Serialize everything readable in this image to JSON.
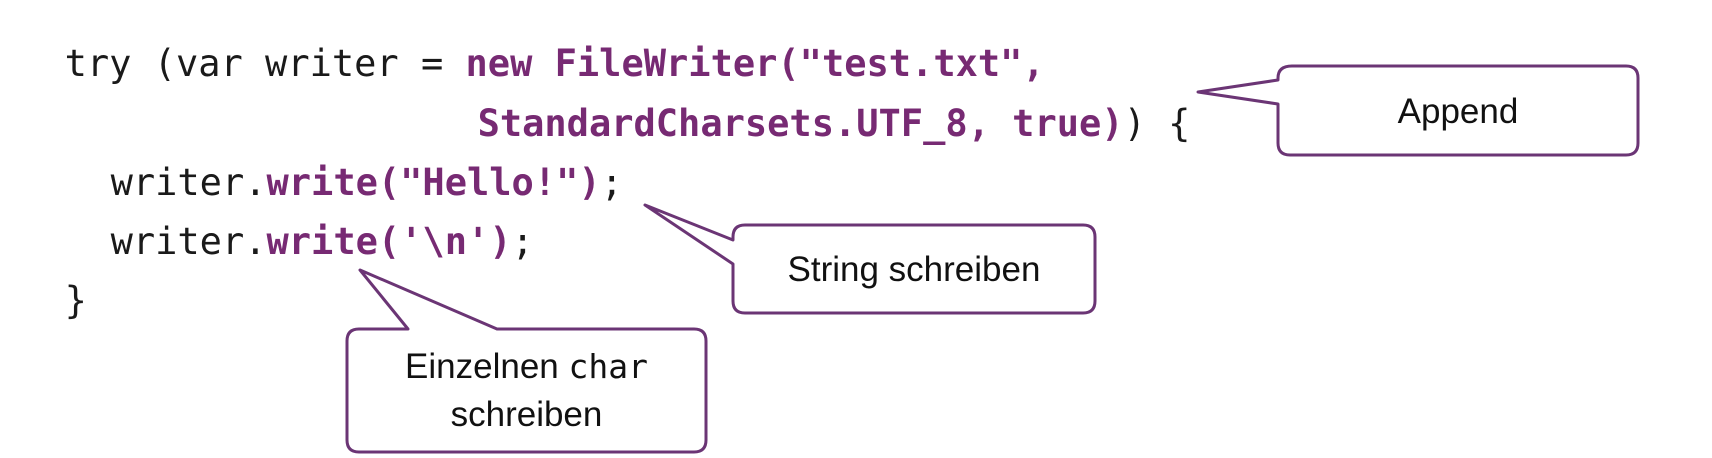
{
  "code": {
    "line1": {
      "plain": "try (var writer = ",
      "kw_new": "new",
      "call": " FileWriter(\"test.txt\","
    },
    "line2": {
      "call": "StandardCharsets.UTF_8, true)",
      "rest": ") {"
    },
    "line3": {
      "obj": "writer.",
      "call": "write(\"Hello!\")",
      "end": ";"
    },
    "line4": {
      "obj": "writer.",
      "call": "write('\\n')",
      "end": ";"
    },
    "line5": {
      "brace": "}"
    }
  },
  "callouts": {
    "append": "Append",
    "string_write": "String schreiben",
    "char_write_prefix": "Einzelnen ",
    "char_write_code": "char",
    "char_write_suffix": "schreiben"
  },
  "colors": {
    "keyword": "#772a73",
    "callout_border": "#6b3575",
    "text": "#1a1a1a"
  }
}
